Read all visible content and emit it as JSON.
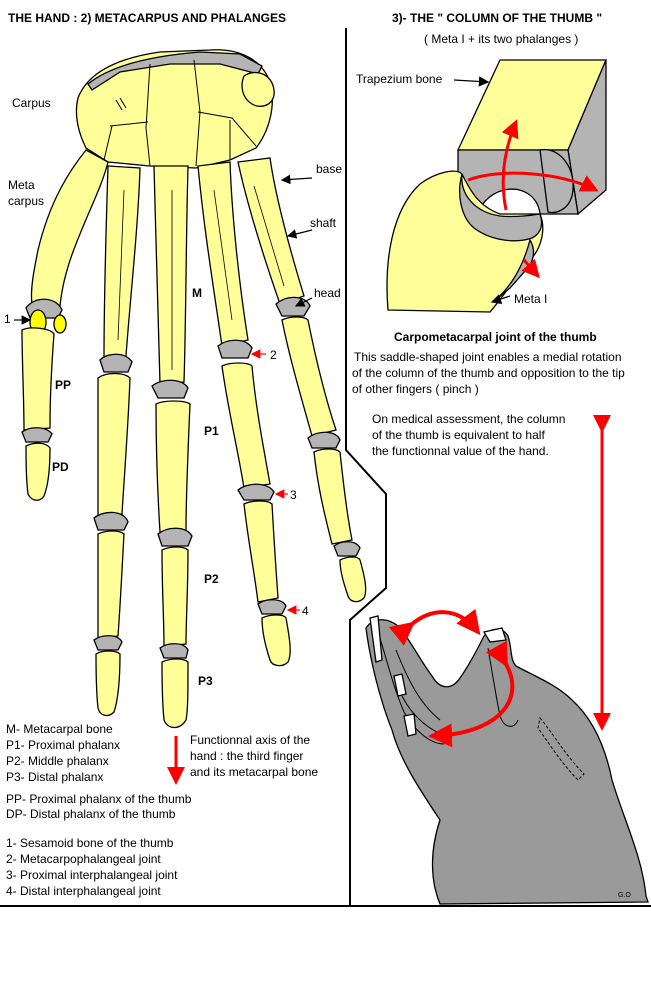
{
  "left_title": "THE HAND  :  2)  METACARPUS AND PHALANGES",
  "right_title": "3)- THE \" COLUMN OF THE THUMB \"",
  "right_subtitle": "( Meta I + its two phalanges )",
  "labels": {
    "carpus": "Carpus",
    "meta_line1": "Meta",
    "meta_line2": "carpus",
    "base": "base",
    "shaft": "shaft",
    "head": "head",
    "m": "M",
    "p1": "P1",
    "p2": "P2",
    "p3": "P3",
    "pp": "PP",
    "pd": "PD",
    "num1": "1",
    "num2": "2",
    "num3": "3",
    "num4": "4",
    "trapezium": "Trapezium bone",
    "meta_one": "Meta I",
    "signature": "G.O"
  },
  "joint_caption": {
    "title": "Carpometacarpal joint of the thumb",
    "lines": [
      "This saddle-shaped joint enables a medial rotation",
      "of the column of the thumb and opposition to the tip",
      "of other fingers ( pinch )"
    ]
  },
  "assessment": {
    "lines": [
      "On medical assessment, the column",
      "of the thumb is equivalent to half",
      " the functionnal value of the hand."
    ]
  },
  "axis_note": {
    "lines": [
      "Functionnal axis of the",
      "hand : the third finger",
      "and its metacarpal bone"
    ]
  },
  "legend": {
    "group1": [
      "M- Metacarpal bone",
      "P1- Proximal phalanx",
      "P2- Middle phalanx",
      "P3- Distal phalanx"
    ],
    "group2": [
      "PP- Proximal phalanx  of the thumb",
      "DP- Distal phalanx  of the thumb"
    ],
    "group3": [
      "1- Sesamoid bone of the thumb",
      "2- Metacarpophalangeal joint",
      "3- Proximal interphalangeal joint",
      "4- Distal interphalangeal joint"
    ]
  },
  "colors": {
    "bone": "#ffff99",
    "cartilage": "#b4b4b4",
    "arrow_red": "#ff0000",
    "skin_gray": "#9a9a9a",
    "outline": "#000000"
  }
}
